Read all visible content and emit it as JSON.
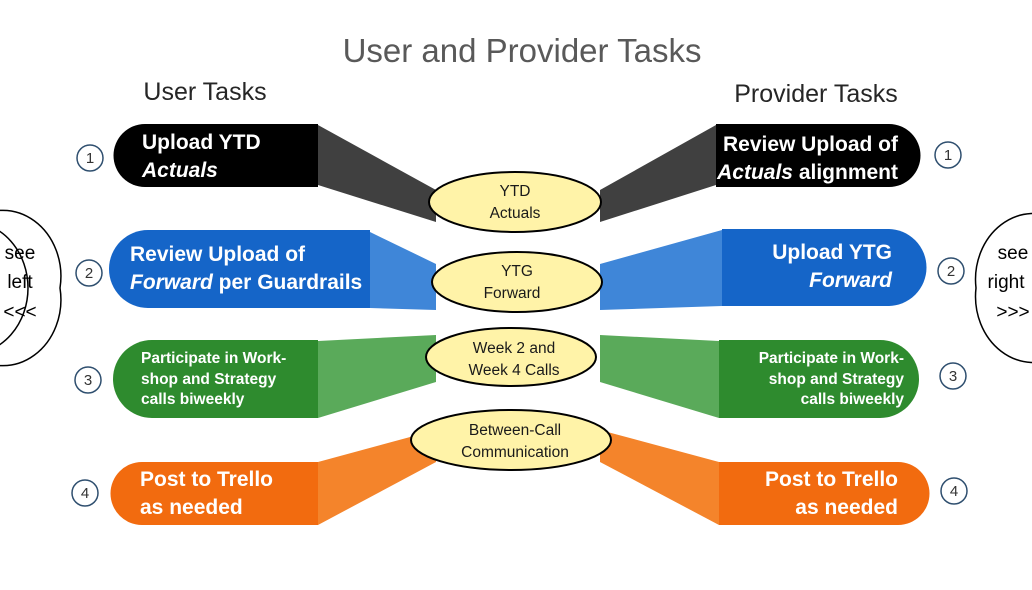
{
  "title": "User and Provider Tasks",
  "headers": {
    "user": "User Tasks",
    "provider": "Provider Tasks"
  },
  "colors": {
    "row1": "#000000",
    "row1_band": "#404040",
    "row2": "#1565c8",
    "row2_band": "#3f86d8",
    "row3": "#2e8b2e",
    "row3_band": "#5aaa5a",
    "row4": "#f26b0f",
    "row4_band": "#f4842b",
    "center_fill": "#fff3a8"
  },
  "rows": [
    {
      "number": "1",
      "user": {
        "line1": "Upload YTD",
        "line2": "Actuals",
        "line2_style": "italic"
      },
      "center": {
        "line1": "YTD",
        "line2": "Actuals"
      },
      "provider": {
        "line1": "Review Upload of",
        "line2_italic": "Actuals",
        "line2_rest": " alignment"
      }
    },
    {
      "number": "2",
      "user": {
        "line1": "Review Upload of",
        "line2_italic": "Forward",
        "line2_rest": " per Guardrails"
      },
      "center": {
        "line1": "YTG",
        "line2": "Forward"
      },
      "provider": {
        "line1": "Upload YTG",
        "line2": "Forward",
        "line2_style": "italic"
      }
    },
    {
      "number": "3",
      "user": {
        "line1": "Participate in Work-",
        "line2": "shop and Strategy",
        "line3": "calls biweekly"
      },
      "center": {
        "line1": "Week 2 and",
        "line2": "Week 4 Calls"
      },
      "provider": {
        "line1": "Participate in Work-",
        "line2": "shop and Strategy",
        "line3": "calls biweekly"
      }
    },
    {
      "number": "4",
      "user": {
        "line1": "Post to Trello",
        "line2": "as needed"
      },
      "center": {
        "line1": "Between-Call",
        "line2": "Communication"
      },
      "provider": {
        "line1": "Post to Trello",
        "line2": "as needed"
      }
    }
  ],
  "side_left": {
    "line1": "see",
    "line2": "left",
    "line3": "<<<"
  },
  "side_right": {
    "line1": "see",
    "line2": "right",
    "line3": ">>>"
  }
}
